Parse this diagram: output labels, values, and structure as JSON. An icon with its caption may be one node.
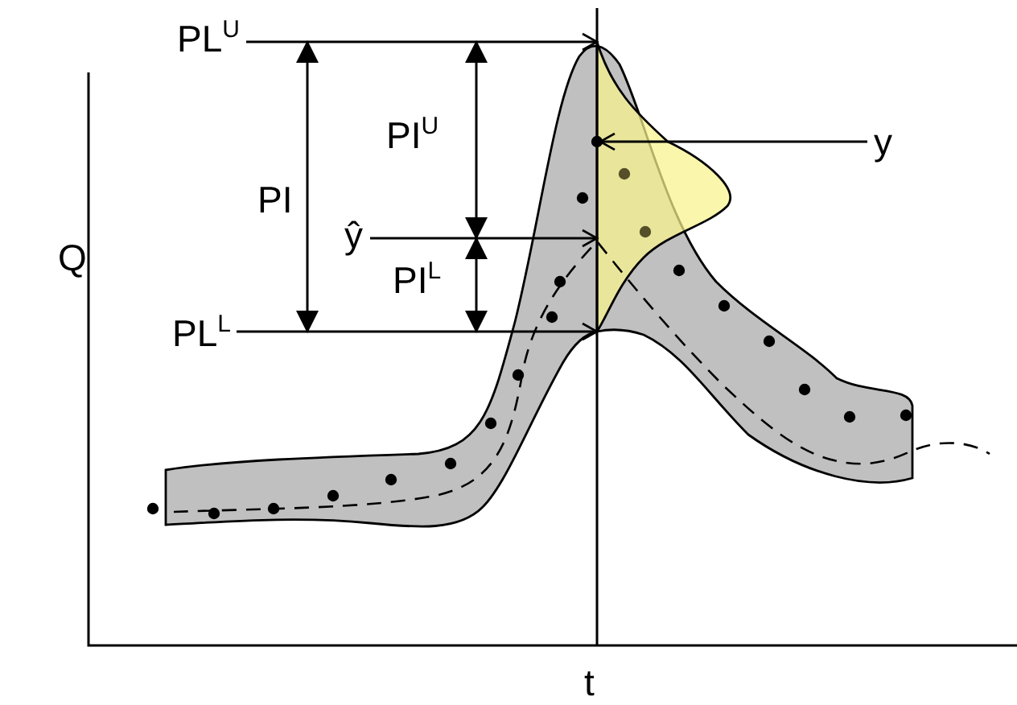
{
  "diagram": {
    "nodes": [
      {
        "text": [
          "PL$^{U}$"
        ]
      },
      {
        "text": [
          "ŷ"
        ]
      },
      {
        "text": [
          "PL$^{L}$"
        ]
      },
      {
        "text": [
          "y"
        ]
      }
    ],
    "edges": [
      {
        "from": 0,
        "to": null,
        "arrow": "to"
      },
      {
        "from": 1,
        "to": null,
        "arrow": "to"
      },
      {
        "from": 2,
        "to": null,
        "arrow": "to"
      },
      {
        "from": 3,
        "to": null,
        "arrow": "to"
      }
    ],
    "labels": [
      "PI$^{U}$",
      "PI",
      "PI$^{L}$",
      "Q",
      "t"
    ]
  }
}
